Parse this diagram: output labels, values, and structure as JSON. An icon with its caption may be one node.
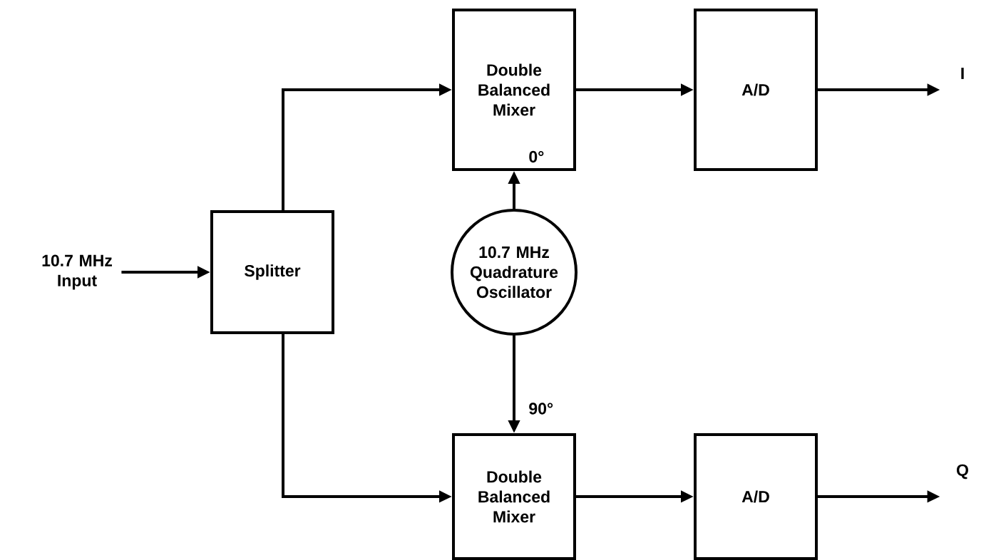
{
  "diagram": {
    "nodes": [
      {
        "text": [
          "10.7 MHz Input"
        ]
      },
      {
        "text": [
          "Splitter"
        ]
      },
      {
        "text": [
          "Double Balanced Mixer"
        ]
      },
      {
        "text": [
          "A/D"
        ]
      },
      {
        "text": [
          "I"
        ]
      },
      {
        "text": [
          "10.7 MHz Quadrature Oscillator"
        ]
      },
      {
        "text": [
          "Double Balanced Mixer"
        ]
      },
      {
        "text": [
          "A/D"
        ]
      },
      {
        "text": [
          "Q"
        ]
      }
    ],
    "edges": [
      {
        "from": 0,
        "to": 1,
        "arrow": "to"
      },
      {
        "from": 1,
        "to": 2,
        "arrow": "to"
      },
      {
        "from": 1,
        "to": 6,
        "arrow": "to"
      },
      {
        "from": 2,
        "to": 3,
        "arrow": "to"
      },
      {
        "from": 3,
        "to": 4,
        "arrow": "to"
      },
      {
        "from": 5,
        "to": 2,
        "arrow": "to",
        "label": "0°"
      },
      {
        "from": 5,
        "to": 6,
        "arrow": "to",
        "label": "90°"
      },
      {
        "from": 6,
        "to": 7,
        "arrow": "to"
      },
      {
        "from": 7,
        "to": 8,
        "arrow": "to"
      }
    ]
  }
}
